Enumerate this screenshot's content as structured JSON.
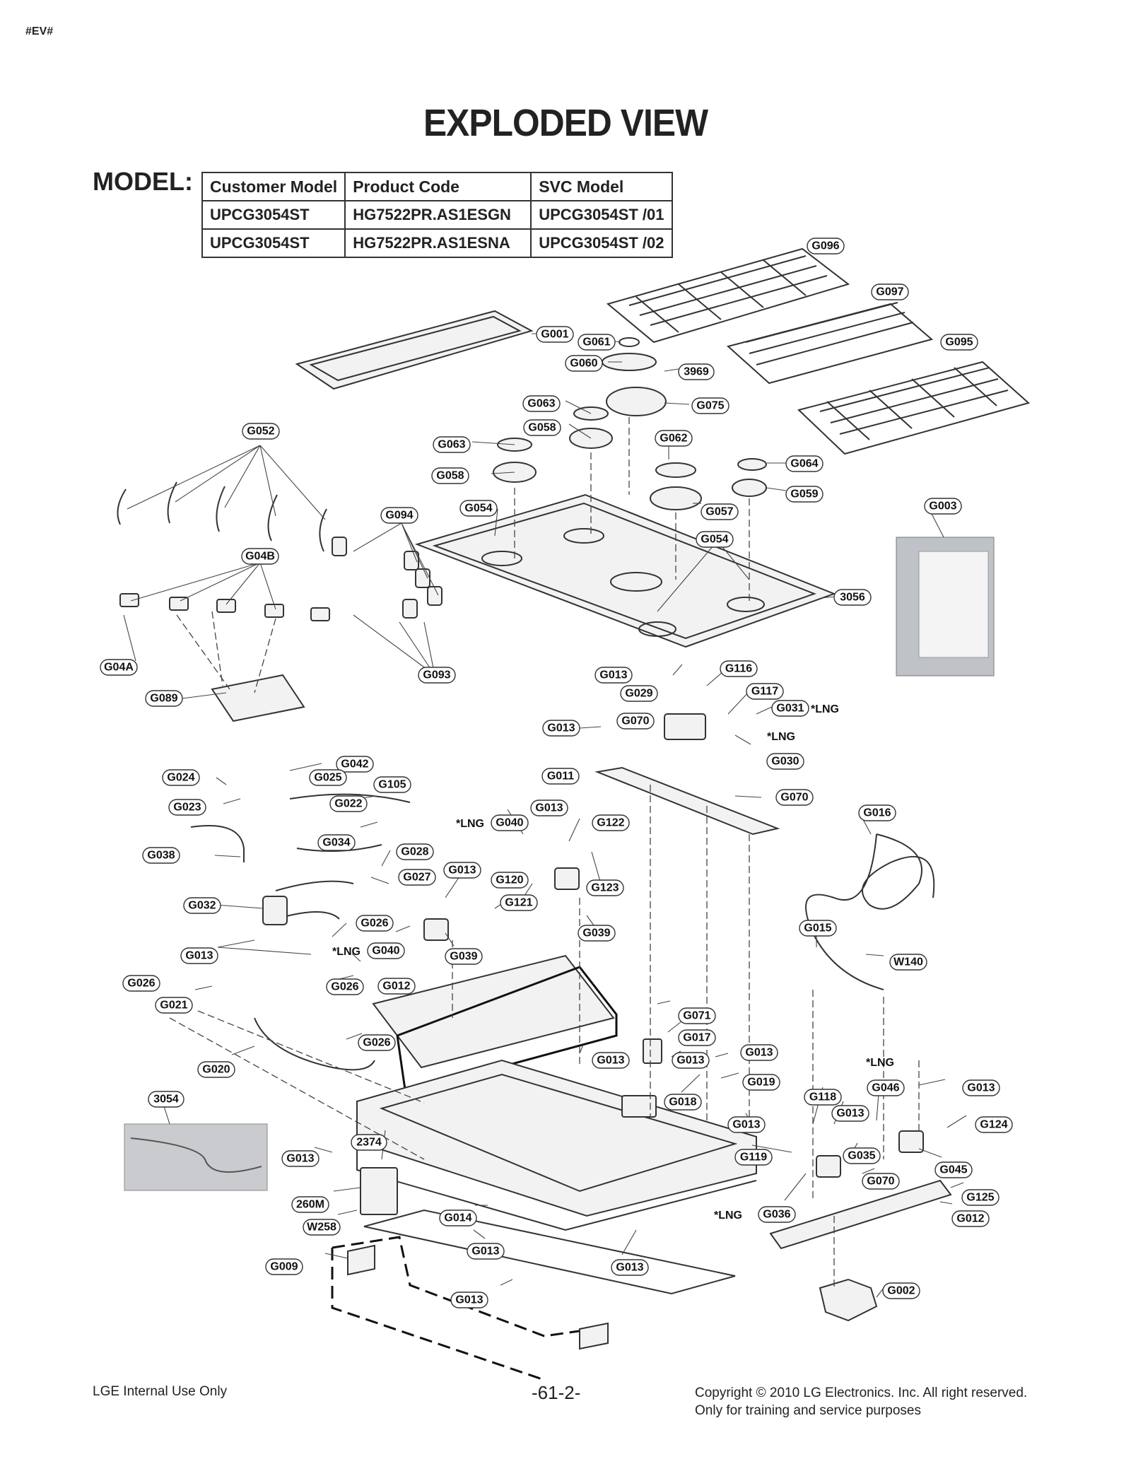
{
  "header_tag": "#EV#",
  "title": "EXPLODED VIEW",
  "model_label": "MODEL:",
  "model_table": {
    "headers": [
      "Customer Model",
      "Product Code",
      "SVC Model"
    ],
    "rows": [
      [
        "UPCG3054ST",
        "HG7522PR.AS1ESGN",
        "UPCG3054ST /01"
      ],
      [
        "UPCG3054ST",
        "HG7522PR.AS1ESNA",
        "UPCG3054ST /02"
      ]
    ]
  },
  "callouts": {
    "g096": "G096",
    "g097": "G097",
    "g095": "G095",
    "g001": "G001",
    "g061": "G061",
    "g060": "G060",
    "c3969": "3969",
    "g075": "G075",
    "g063a": "G063",
    "g058a": "G058",
    "g062": "G062",
    "g063b": "G063",
    "g058b": "G058",
    "g064": "G064",
    "g059": "G059",
    "g052": "G052",
    "g054a": "G054",
    "g057": "G057",
    "g094": "G094",
    "g054b": "G054",
    "g003": "G003",
    "g04b": "G04B",
    "c3056": "3056",
    "g04a": "G04A",
    "g093": "G093",
    "g013a": "G013",
    "g116": "G116",
    "g089": "G089",
    "g029": "G029",
    "g117": "G117",
    "g031": "G031",
    "g013b": "G013",
    "g070a": "G070",
    "g030": "G030",
    "g042": "G042",
    "g024": "G024",
    "g025": "G025",
    "g105": "G105",
    "g011": "G011",
    "g070b": "G070",
    "g022": "G022",
    "g023": "G023",
    "g013c": "G013",
    "g016": "G016",
    "g040a": "G040",
    "g122": "G122",
    "g034": "G034",
    "g038": "G038",
    "g028": "G028",
    "g013d": "G013",
    "g027": "G027",
    "g120": "G120",
    "g123": "G123",
    "g121": "G121",
    "g032": "G032",
    "g026a": "G026",
    "g015": "G015",
    "g039a": "G039",
    "g013e": "G013",
    "g040b": "G040",
    "g039b": "G039",
    "w140": "W140",
    "g026b": "G026",
    "g026c": "G026",
    "g012a": "G012",
    "g021": "G021",
    "g071": "G071",
    "g017": "G017",
    "g026d": "G026",
    "g013f": "G013",
    "g013g": "G013",
    "g013h": "G013",
    "g020": "G020",
    "g019": "G019",
    "g046": "G046",
    "g013i": "G013",
    "c3054": "3054",
    "g118": "G118",
    "g018": "G018",
    "g013j": "G013",
    "g013k": "G013",
    "g124": "G124",
    "c2374": "2374",
    "g013l": "G013",
    "g119": "G119",
    "g035": "G035",
    "g045": "G045",
    "g070c": "G070",
    "c260m": "260M",
    "g125": "G125",
    "g036": "G036",
    "g012b": "G012",
    "w258": "W258",
    "g014": "G014",
    "g013m": "G013",
    "g009": "G009",
    "g013n": "G013",
    "g013o": "G013",
    "g002": "G002"
  },
  "notes": {
    "lng1": "*LNG",
    "lng2": "*LNG",
    "lng3": "*LNG",
    "lng4": "*LNG",
    "lng5": "*LNG",
    "lng6": "*LNG"
  },
  "footer": {
    "left": "LGE Internal Use Only",
    "page": "-61-2-",
    "copyright": "Copyright © 2010 LG Electronics. Inc. All right reserved.",
    "training": "Only for training and service purposes"
  }
}
